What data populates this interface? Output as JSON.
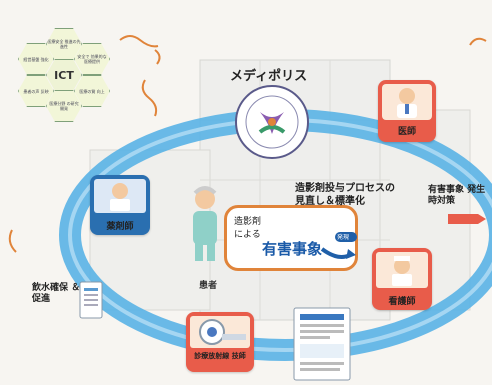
{
  "ict_hub": {
    "center": "ICT",
    "hexes": [
      "医療安全 推進の先 進性",
      "安全で 効果的な 医療提供",
      "医療の質 向上",
      "医療分野 の研究 開発",
      "患者の声 反映",
      "経営基盤 強化"
    ]
  },
  "brand": "メディポリス",
  "roles": {
    "doctor": "医師",
    "pharmacist": "薬剤師",
    "nurse": "看護師",
    "radiology": "診療放射線 技師"
  },
  "center_text": {
    "line1": "造影剤",
    "line2": "による",
    "emphasis": "有害事象",
    "badge": "発現",
    "patient": "患者"
  },
  "process_label": "造影剤投与プロセスの 見直し＆標準化",
  "right_label": "有害事象 発生時対策",
  "left_label": "飲水確保 ＆促進"
}
